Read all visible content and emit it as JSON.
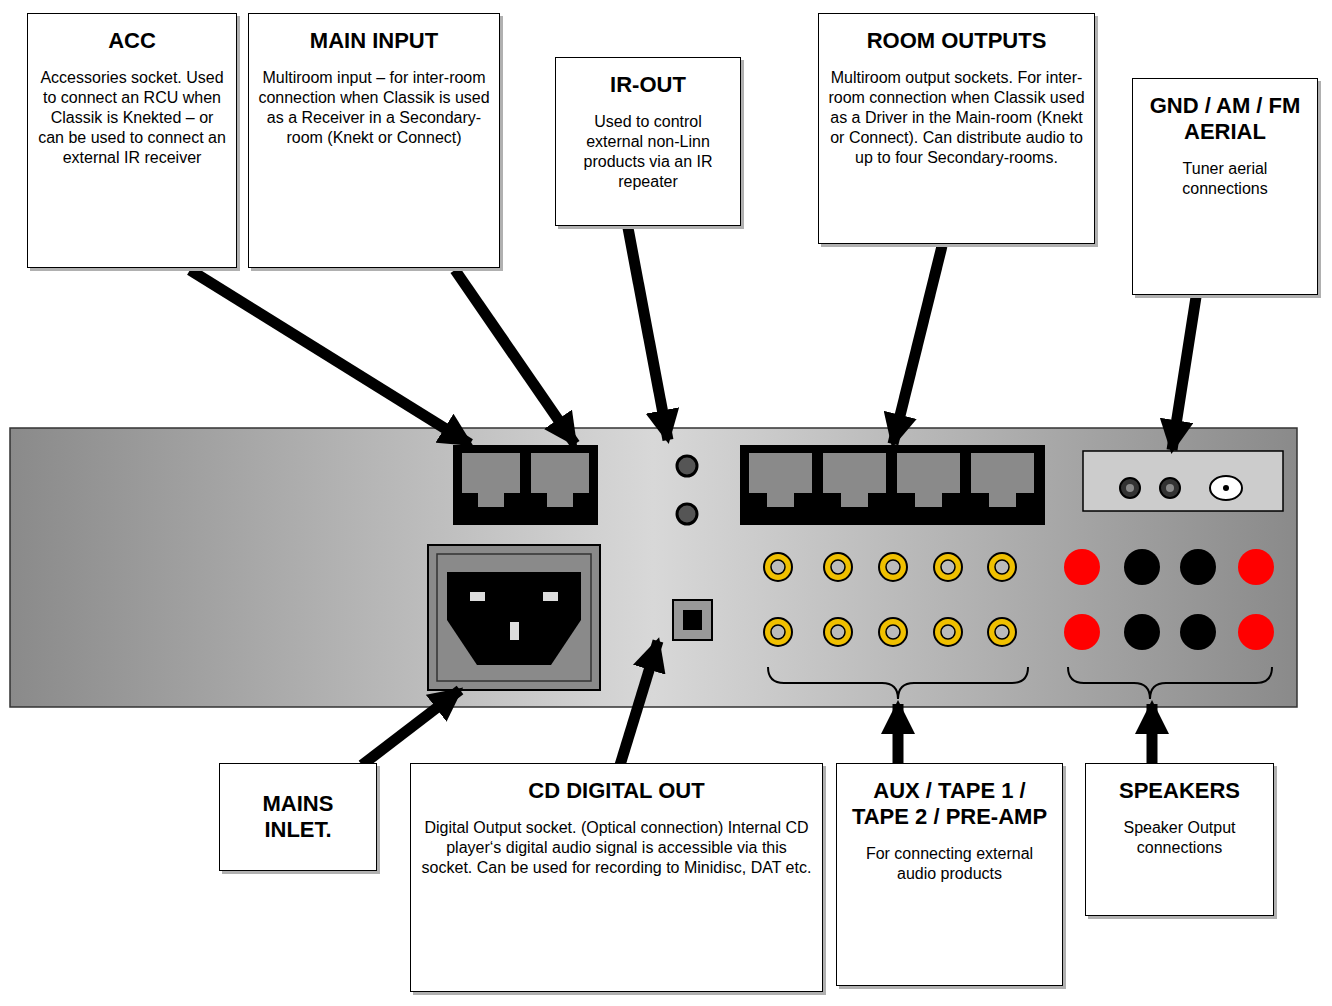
{
  "diagram": {
    "nodes": [
      {
        "text": [
          "ACC",
          "Accessories socket. Used to connect an RCU when Classik is Knekted – or can be used to connect an external IR receiver"
        ]
      },
      {
        "text": [
          "MAIN INPUT",
          "Multiroom input – for inter-room connection when Classik is used as a Receiver in a Secondary-room (Knekt or Connect)"
        ]
      },
      {
        "text": [
          "IR-OUT",
          "Used to control external non-Linn products via an IR repeater"
        ]
      },
      {
        "text": [
          "ROOM OUTPUTS",
          "Multiroom output sockets. For inter-room connection when Classik used as a Driver in the Main-room (Knekt or Connect). Can distribute audio to up to four Secondary-rooms."
        ]
      },
      {
        "text": [
          "GND / AM / FM AERIAL",
          "Tuner aerial connections"
        ]
      },
      {
        "text": [
          "MAINS INLET."
        ]
      },
      {
        "text": [
          "CD DIGITAL OUT",
          "Digital Output socket. (Optical connection) Internal CD player‘s digital audio signal is accessible via this socket. Can be used for recording to Minidisc, DAT etc."
        ]
      },
      {
        "text": [
          "AUX / TAPE 1 / TAPE 2 / PRE-AMP",
          "For connecting external audio products"
        ]
      },
      {
        "text": [
          "SPEAKERS",
          "Speaker Output connections"
        ]
      }
    ]
  }
}
